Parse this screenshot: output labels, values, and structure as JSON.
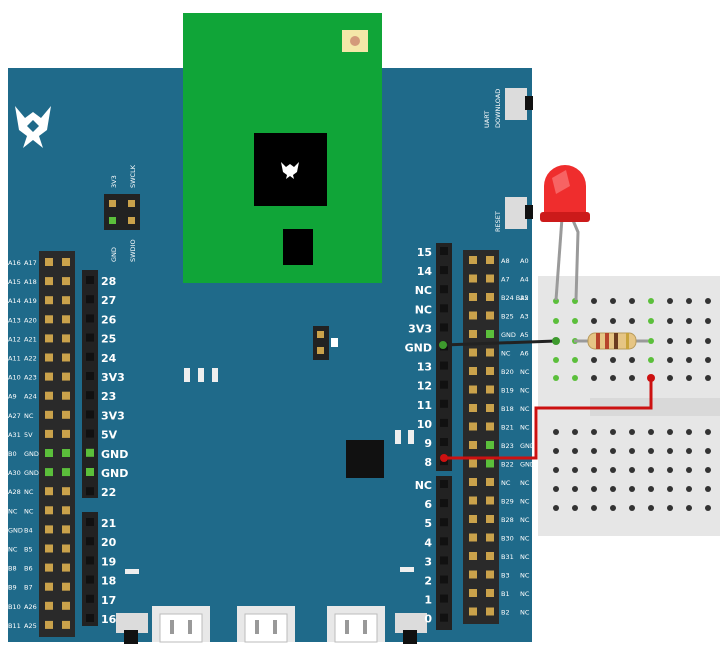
{
  "board": {
    "color": "#1f6a8a",
    "module_color": "#10a538",
    "top_labels": {
      "v3": "3V3",
      "swclk": "SWCLK",
      "gnd": "GND",
      "swdio": "SWDIO"
    },
    "buttons": {
      "uart_line1": "UART",
      "uart_line2": "DOWNLOAD",
      "reset": "RESET"
    },
    "left_header": {
      "pairs": [
        [
          "A16",
          "A17"
        ],
        [
          "A15",
          "A18"
        ],
        [
          "A14",
          "A19"
        ],
        [
          "A13",
          "A20"
        ],
        [
          "A12",
          "A21"
        ],
        [
          "A11",
          "A22"
        ],
        [
          "A10",
          "A23"
        ],
        [
          "A9",
          "A24"
        ],
        [
          "A27",
          "NC"
        ],
        [
          "A31",
          "5V"
        ],
        [
          "B0",
          "GND"
        ],
        [
          "A30",
          "GND"
        ],
        [
          "A28",
          "NC"
        ],
        [
          "NC",
          "NC"
        ],
        [
          "GND",
          "B4"
        ],
        [
          "NC",
          "B5"
        ],
        [
          "B8",
          "B6"
        ],
        [
          "B9",
          "B7"
        ],
        [
          "B10",
          "A26"
        ],
        [
          "B11",
          "A25"
        ]
      ],
      "pins": [
        "28",
        "27",
        "26",
        "25",
        "24",
        "3V3",
        "23",
        "3V3",
        "5V",
        "GND",
        "GND",
        "22",
        "21",
        "20",
        "19",
        "18",
        "17",
        "16"
      ]
    },
    "right_header": {
      "pins": [
        "15",
        "14",
        "NC",
        "NC",
        "3V3",
        "GND",
        "13",
        "12",
        "11",
        "10",
        "9",
        "8",
        "NC",
        "6",
        "5",
        "4",
        "3",
        "2",
        "1",
        "0"
      ],
      "pairs": [
        [
          "A8",
          "A0"
        ],
        [
          "A7",
          "A4"
        ],
        [
          "B24\nB25",
          "A2"
        ],
        [
          "B25",
          "A3"
        ],
        [
          "GND",
          "A5"
        ],
        [
          "NC",
          "A6"
        ],
        [
          "B20",
          "NC"
        ],
        [
          "B19",
          "NC"
        ],
        [
          "B18",
          "NC"
        ],
        [
          "B21",
          "NC"
        ],
        [
          "B23",
          "GND"
        ],
        [
          "B22",
          "GND"
        ],
        [
          "NC",
          "NC"
        ],
        [
          "B29",
          "NC"
        ],
        [
          "B28",
          "NC"
        ],
        [
          "B30",
          "NC"
        ],
        [
          "B31",
          "NC"
        ],
        [
          "B3",
          "NC"
        ],
        [
          "B1",
          "NC"
        ],
        [
          "B2",
          "NC"
        ]
      ]
    }
  },
  "wires": {
    "gnd_color": "#222222",
    "signal_color": "#cc1111"
  },
  "led": {
    "color": "#ee2222"
  },
  "breadboard": {
    "color": "#e6e6e6"
  }
}
